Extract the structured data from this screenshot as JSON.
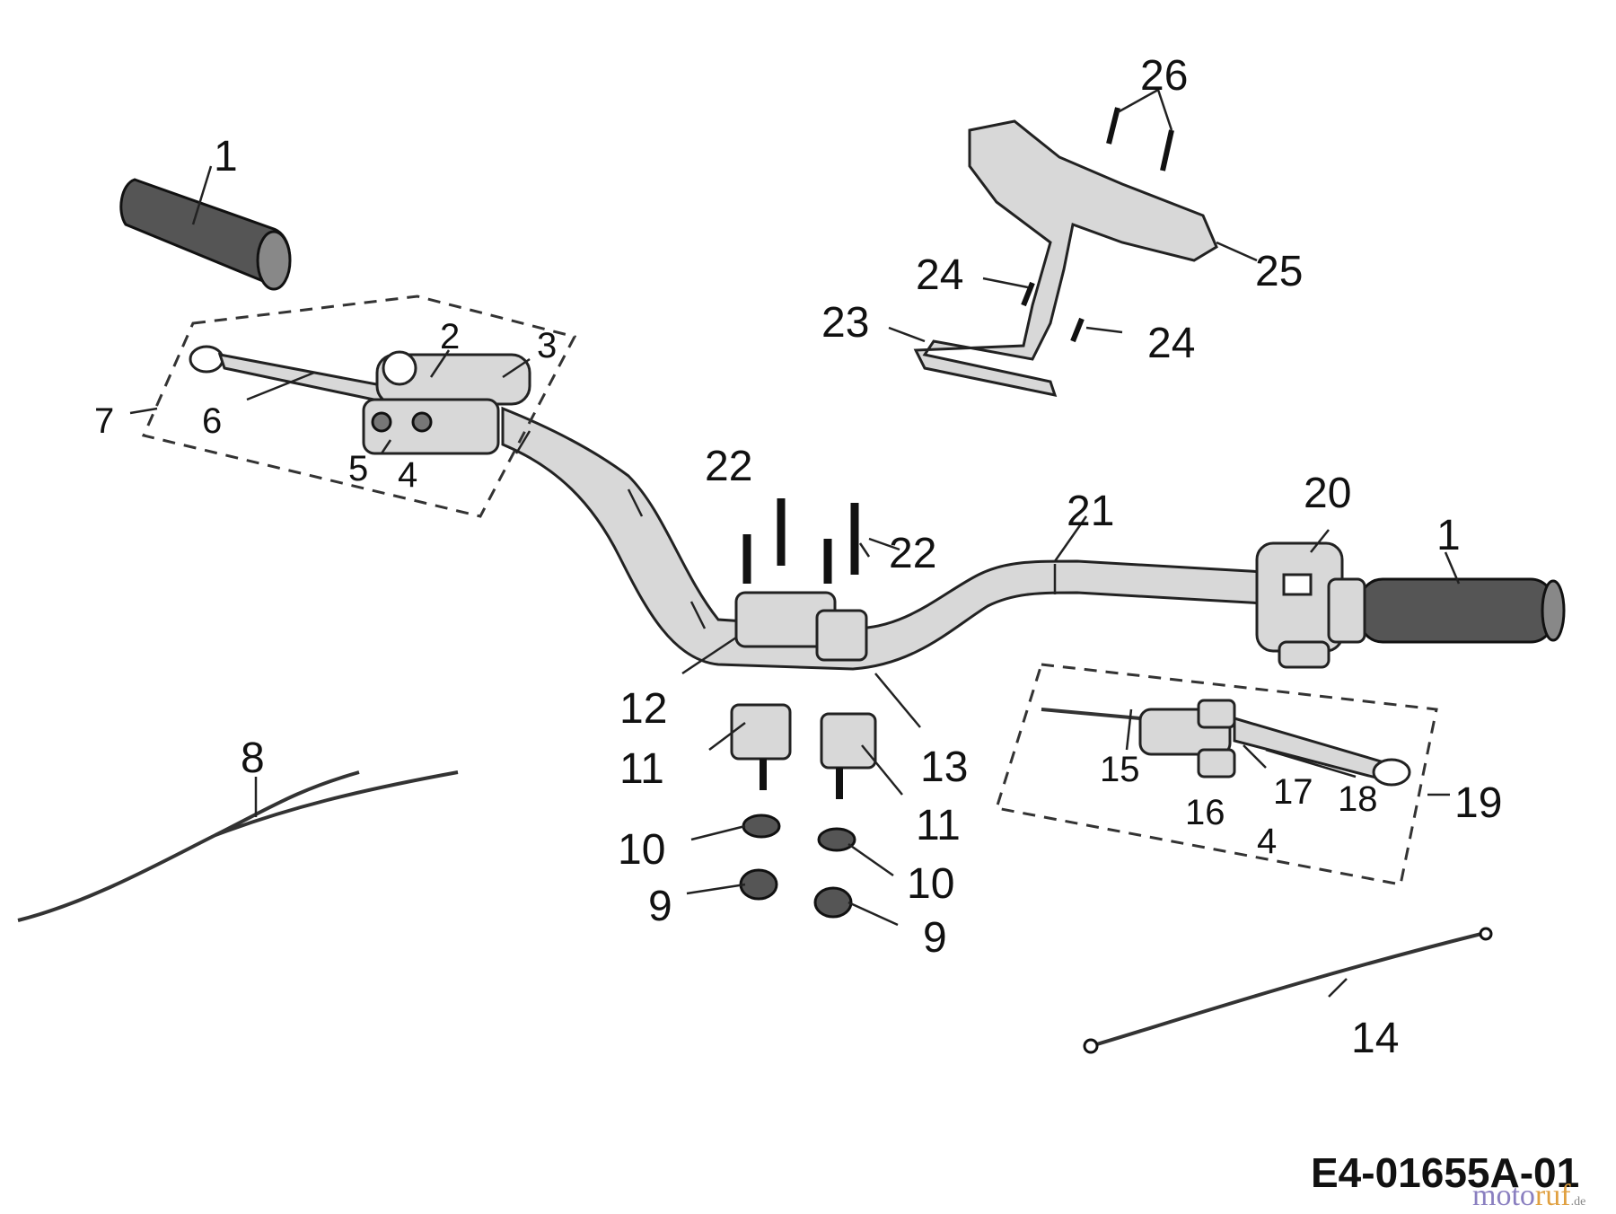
{
  "drawing_code": "E4-01655A-01",
  "watermark": {
    "part1": "moto",
    "part2": "ruf",
    "suffix": ".de"
  },
  "callouts": {
    "c1a": "1",
    "c1b": "1",
    "c2": "2",
    "c3": "3",
    "c4a": "4",
    "c4b": "4",
    "c5": "5",
    "c6": "6",
    "c7": "7",
    "c8": "8",
    "c9a": "9",
    "c9b": "9",
    "c10a": "10",
    "c10b": "10",
    "c11a": "11",
    "c11b": "11",
    "c12": "12",
    "c13": "13",
    "c14": "14",
    "c15": "15",
    "c16": "16",
    "c17": "17",
    "c18": "18",
    "c19": "19",
    "c20": "20",
    "c21": "21",
    "c22a": "22",
    "c22b": "22",
    "c23": "23",
    "c24a": "24",
    "c24b": "24",
    "c25": "25",
    "c26": "26"
  }
}
